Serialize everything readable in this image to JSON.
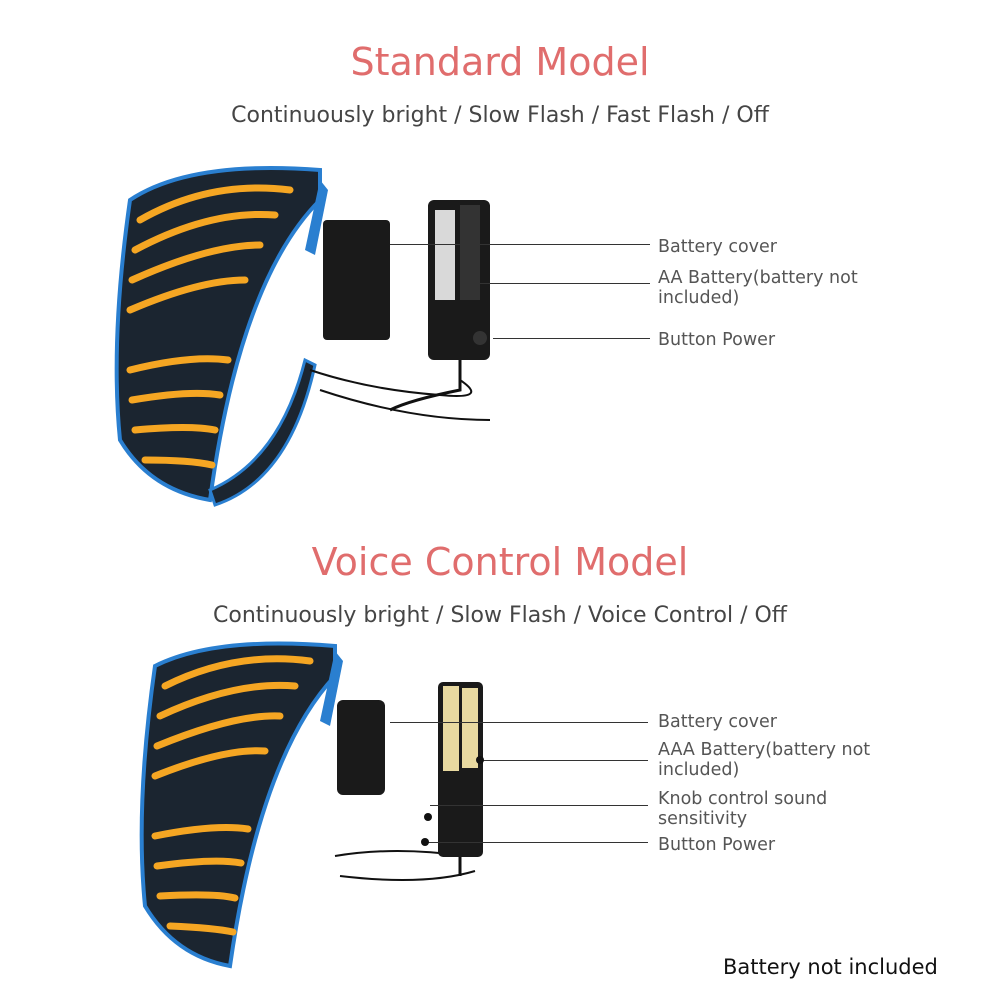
{
  "standard": {
    "title": "Standard Model",
    "modes": "Continuously bright / Slow Flash / Fast Flash  / Off",
    "labels": {
      "cover": "Battery cover",
      "battery": "AA Battery(battery not included)",
      "power": "Button Power"
    }
  },
  "voice": {
    "title": "Voice Control Model",
    "modes": "Continuously bright / Slow Flash / Voice Control / Off",
    "labels": {
      "cover": "Battery cover",
      "battery": "AAA Battery(battery not included)",
      "knob": "Knob control sound sensitivity",
      "power": "Button Power"
    }
  },
  "note": "Battery not included",
  "colors": {
    "title": "#e06d6d",
    "glow": "#f5a623",
    "frame": "#2a7fd0"
  }
}
